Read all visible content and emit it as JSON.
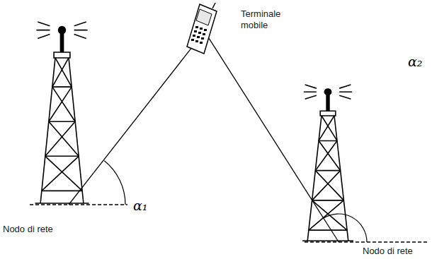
{
  "diagram": {
    "nodes": [
      {
        "text": [
          "Nodo di rete"
        ]
      },
      {
        "text": [
          "Terminale mobile"
        ]
      },
      {
        "text": [
          "Nodo di rete"
        ]
      }
    ],
    "edges": [
      {
        "from": 0,
        "to": 1,
        "arrow": "none"
      },
      {
        "from": 2,
        "to": 1,
        "arrow": "none"
      }
    ],
    "labels": [
      "α₁",
      "α₂"
    ]
  }
}
